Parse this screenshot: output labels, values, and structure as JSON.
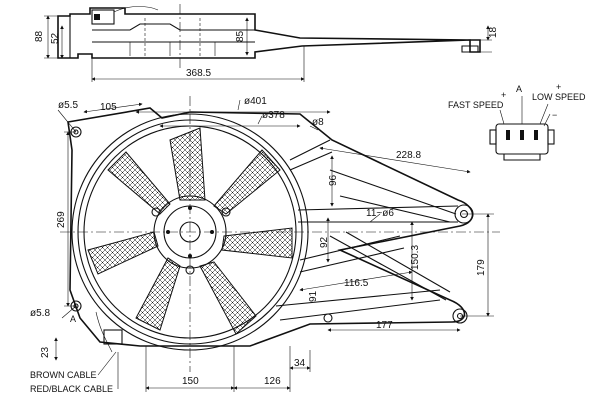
{
  "top_view": {
    "height_88": "88",
    "height_52": "52",
    "height_85": "85",
    "height_18": "18",
    "width_368_5": "368.5"
  },
  "front_view": {
    "hole_dia": "ø5.5",
    "dim_105": "105",
    "shroud_dia": "ø401",
    "fan_dia": "ø378",
    "hole_dia_8": "ø8",
    "dim_228_8": "228.8",
    "dim_96": "96",
    "dim_11_6": "11~ø6",
    "dim_92": "92",
    "dim_150_3": "150.3",
    "dim_179": "179",
    "dim_116_5": "116.5",
    "dim_91": "91",
    "dim_177": "177",
    "dim_269": "269",
    "dim_5_8": "ø5.8",
    "dim_23": "23",
    "dim_150": "150",
    "dim_126": "126",
    "dim_34": "34"
  },
  "connector": {
    "fast_speed": "FAST SPEED",
    "low_speed": "LOW SPEED",
    "pin_a": "A",
    "plus_left": "+",
    "plus_right": "+",
    "minus": "−"
  },
  "cables": {
    "marker_a": "A",
    "brown": "BROWN CABLE",
    "red_black": "RED/BLACK CABLE"
  }
}
